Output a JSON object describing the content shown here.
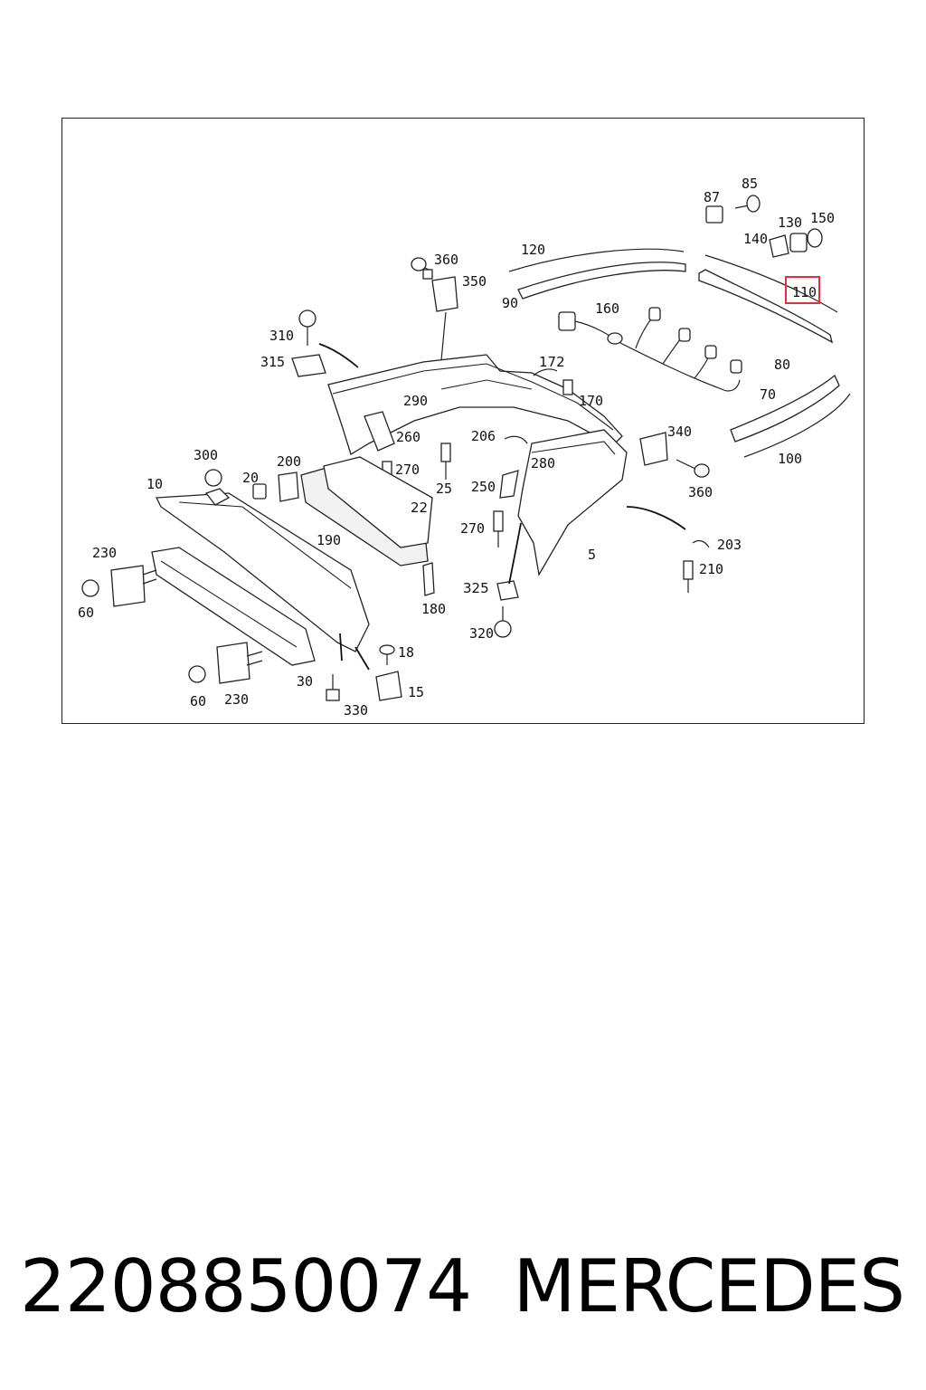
{
  "diagram": {
    "highlighted_label": "110",
    "labels": {
      "p5": "5",
      "p10": "10",
      "p15": "15",
      "p18": "18",
      "p20": "20",
      "p22": "22",
      "p25": "25",
      "p30": "30",
      "p60a": "60",
      "p60b": "60",
      "p70": "70",
      "p80": "80",
      "p85": "85",
      "p87": "87",
      "p90": "90",
      "p100": "100",
      "p110": "110",
      "p120": "120",
      "p130": "130",
      "p140": "140",
      "p150": "150",
      "p160": "160",
      "p170": "170",
      "p172": "172",
      "p180": "180",
      "p190": "190",
      "p200": "200",
      "p203": "203",
      "p206": "206",
      "p210": "210",
      "p230a": "230",
      "p230b": "230",
      "p250": "250",
      "p260": "260",
      "p270a": "270",
      "p270b": "270",
      "p280": "280",
      "p290": "290",
      "p300": "300",
      "p310": "310",
      "p315": "315",
      "p320": "320",
      "p325": "325",
      "p330": "330",
      "p340": "340",
      "p350": "350",
      "p360a": "360",
      "p360b": "360"
    }
  },
  "footer": {
    "part_number": "2208850074",
    "brand": "MERCEDES"
  }
}
